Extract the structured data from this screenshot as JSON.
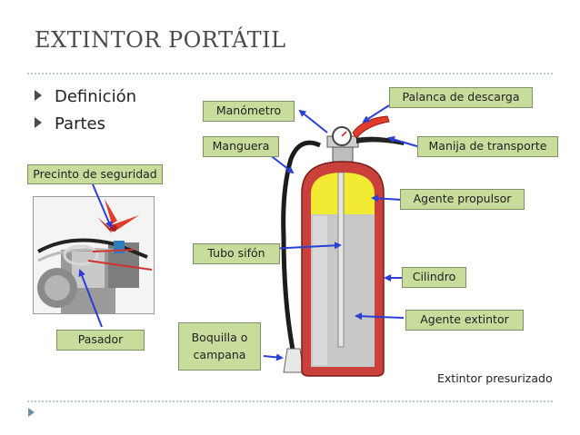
{
  "slide": {
    "title": "EXTINTOR PORTÁTIL",
    "bullets": [
      "Definición",
      "Partes"
    ]
  },
  "labels": {
    "precinto": "Precinto de seguridad",
    "pasador": "Pasador",
    "manometro": "Manómetro",
    "manguera": "Manguera",
    "tubo_sifon": "Tubo sifón",
    "boquilla": "Boquilla o campana",
    "palanca": "Palanca de descarga",
    "manija": "Manija de transporte",
    "agente_propulsor": "Agente propulsor",
    "cilindro": "Cilindro",
    "agente_extintor": "Agente extintor"
  },
  "caption": "Extintor presurizado",
  "colors": {
    "label_fill": "#c8dc9c",
    "arrow": "#2a3fd6",
    "cylinder": "#c9413a",
    "propellant": "#f2ea33",
    "extinguishing_agent": "#c8c8c8",
    "accent_lever": "#e23c2c"
  }
}
